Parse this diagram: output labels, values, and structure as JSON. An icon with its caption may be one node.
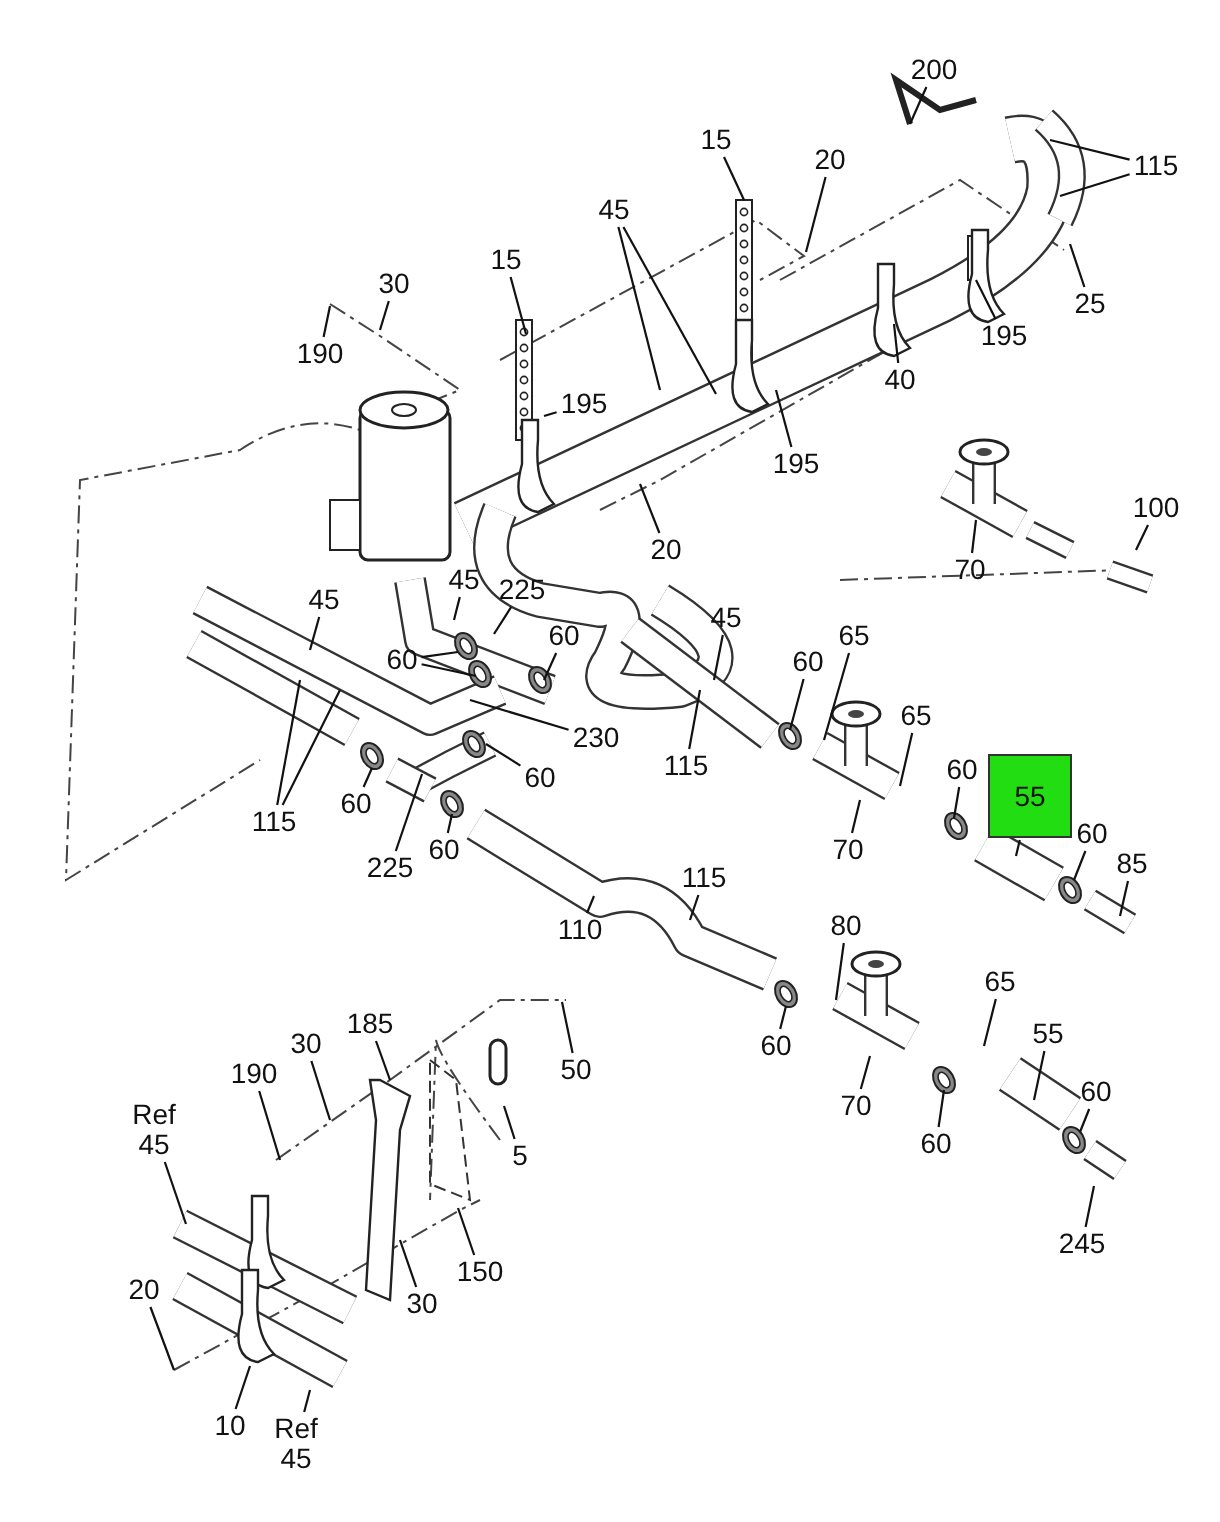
{
  "diagram": {
    "nodes": [
      {
        "text": [
          "200"
        ]
      },
      {
        "text": [
          "115"
        ]
      },
      {
        "text": [
          "15"
        ]
      },
      {
        "text": [
          "20"
        ]
      },
      {
        "text": [
          "45"
        ]
      },
      {
        "text": [
          "30"
        ]
      },
      {
        "text": [
          "190"
        ]
      },
      {
        "text": [
          "15"
        ]
      },
      {
        "text": [
          "195"
        ]
      },
      {
        "text": [
          "25"
        ]
      },
      {
        "text": [
          "195"
        ]
      },
      {
        "text": [
          "40"
        ]
      },
      {
        "text": [
          "195"
        ]
      },
      {
        "text": [
          "20"
        ]
      },
      {
        "text": [
          "100"
        ]
      },
      {
        "text": [
          "70"
        ]
      },
      {
        "text": [
          "45"
        ]
      },
      {
        "text": [
          "45"
        ]
      },
      {
        "text": [
          "225"
        ]
      },
      {
        "text": [
          "60"
        ]
      },
      {
        "text": [
          "60"
        ]
      },
      {
        "text": [
          "45"
        ]
      },
      {
        "text": [
          "65"
        ]
      },
      {
        "text": [
          "60"
        ]
      },
      {
        "text": [
          "65"
        ]
      },
      {
        "text": [
          "230"
        ]
      },
      {
        "text": [
          "60"
        ]
      },
      {
        "text": [
          "115"
        ]
      },
      {
        "text": [
          "60"
        ]
      },
      {
        "text": [
          "115"
        ]
      },
      {
        "text": [
          "70"
        ]
      },
      {
        "text": [
          "60"
        ]
      },
      {
        "text": [
          "55"
        ]
      },
      {
        "text": [
          "60"
        ]
      },
      {
        "text": [
          "85"
        ]
      },
      {
        "text": [
          "225"
        ]
      },
      {
        "text": [
          "60"
        ]
      },
      {
        "text": [
          "115"
        ]
      },
      {
        "text": [
          "110"
        ]
      },
      {
        "text": [
          "80"
        ]
      },
      {
        "text": [
          "65"
        ]
      },
      {
        "text": [
          "60"
        ]
      },
      {
        "text": [
          "70"
        ]
      },
      {
        "text": [
          "55"
        ]
      },
      {
        "text": [
          "60"
        ]
      },
      {
        "text": [
          "60"
        ]
      },
      {
        "text": [
          "245"
        ]
      },
      {
        "text": [
          "185"
        ]
      },
      {
        "text": [
          "30"
        ]
      },
      {
        "text": [
          "190"
        ]
      },
      {
        "text": [
          "50"
        ]
      },
      {
        "text": [
          "5"
        ]
      },
      {
        "text": [
          "Ref 45"
        ]
      },
      {
        "text": [
          "150"
        ]
      },
      {
        "text": [
          "30"
        ]
      },
      {
        "text": [
          "20"
        ]
      },
      {
        "text": [
          "10"
        ]
      },
      {
        "text": [
          "Ref 45"
        ]
      }
    ],
    "edges": [
      {
        "from": 0,
        "to": null,
        "arrow": "none"
      },
      {
        "from": 1,
        "to": null,
        "arrow": "none"
      },
      {
        "from": 1,
        "to": null,
        "arrow": "none"
      },
      {
        "from": 2,
        "to": null,
        "arrow": "none"
      },
      {
        "from": 3,
        "to": null,
        "arrow": "none"
      },
      {
        "from": 4,
        "to": null,
        "arrow": "none"
      },
      {
        "from": 4,
        "to": null,
        "arrow": "none"
      },
      {
        "from": 5,
        "to": null,
        "arrow": "none"
      },
      {
        "from": 6,
        "to": null,
        "arrow": "none"
      },
      {
        "from": 7,
        "to": null,
        "arrow": "none"
      },
      {
        "from": 8,
        "to": null,
        "arrow": "none"
      },
      {
        "from": 9,
        "to": null,
        "arrow": "none"
      },
      {
        "from": 10,
        "to": null,
        "arrow": "none"
      },
      {
        "from": 11,
        "to": null,
        "arrow": "none"
      },
      {
        "from": 12,
        "to": null,
        "arrow": "none"
      },
      {
        "from": 13,
        "to": null,
        "arrow": "none"
      },
      {
        "from": 14,
        "to": null,
        "arrow": "none"
      },
      {
        "from": 15,
        "to": null,
        "arrow": "none"
      },
      {
        "from": 16,
        "to": null,
        "arrow": "none"
      },
      {
        "from": 17,
        "to": null,
        "arrow": "none"
      },
      {
        "from": 18,
        "to": null,
        "arrow": "none"
      },
      {
        "from": 19,
        "to": null,
        "arrow": "none"
      },
      {
        "from": 19,
        "to": null,
        "arrow": "none"
      },
      {
        "from": 20,
        "to": null,
        "arrow": "none"
      },
      {
        "from": 21,
        "to": null,
        "arrow": "none"
      },
      {
        "from": 22,
        "to": null,
        "arrow": "none"
      },
      {
        "from": 23,
        "to": null,
        "arrow": "none"
      },
      {
        "from": 24,
        "to": null,
        "arrow": "none"
      },
      {
        "from": 25,
        "to": null,
        "arrow": "none"
      },
      {
        "from": 26,
        "to": null,
        "arrow": "none"
      },
      {
        "from": 27,
        "to": null,
        "arrow": "none"
      },
      {
        "from": 27,
        "to": null,
        "arrow": "none"
      },
      {
        "from": 28,
        "to": null,
        "arrow": "none"
      },
      {
        "from": 29,
        "to": null,
        "arrow": "none"
      },
      {
        "from": 30,
        "to": null,
        "arrow": "none"
      },
      {
        "from": 31,
        "to": null,
        "arrow": "none"
      },
      {
        "from": 32,
        "to": null,
        "arrow": "none"
      },
      {
        "from": 33,
        "to": null,
        "arrow": "none"
      },
      {
        "from": 34,
        "to": null,
        "arrow": "none"
      },
      {
        "from": 35,
        "to": null,
        "arrow": "none"
      },
      {
        "from": 36,
        "to": null,
        "arrow": "none"
      },
      {
        "from": 37,
        "to": null,
        "arrow": "none"
      },
      {
        "from": 38,
        "to": null,
        "arrow": "none"
      },
      {
        "from": 39,
        "to": null,
        "arrow": "none"
      },
      {
        "from": 40,
        "to": null,
        "arrow": "none"
      },
      {
        "from": 41,
        "to": null,
        "arrow": "none"
      },
      {
        "from": 42,
        "to": null,
        "arrow": "none"
      },
      {
        "from": 43,
        "to": null,
        "arrow": "none"
      },
      {
        "from": 44,
        "to": null,
        "arrow": "none"
      },
      {
        "from": 45,
        "to": null,
        "arrow": "none"
      },
      {
        "from": 46,
        "to": null,
        "arrow": "none"
      },
      {
        "from": 47,
        "to": null,
        "arrow": "none"
      },
      {
        "from": 48,
        "to": null,
        "arrow": "none"
      },
      {
        "from": 49,
        "to": null,
        "arrow": "none"
      },
      {
        "from": 50,
        "to": null,
        "arrow": "none"
      },
      {
        "from": 51,
        "to": null,
        "arrow": "none"
      },
      {
        "from": 52,
        "to": null,
        "arrow": "none"
      },
      {
        "from": 53,
        "to": null,
        "arrow": "none"
      },
      {
        "from": 54,
        "to": null,
        "arrow": "none"
      },
      {
        "from": 55,
        "to": null,
        "arrow": "none"
      },
      {
        "from": 56,
        "to": null,
        "arrow": "none"
      },
      {
        "from": 57,
        "to": null,
        "arrow": "none"
      }
    ]
  }
}
